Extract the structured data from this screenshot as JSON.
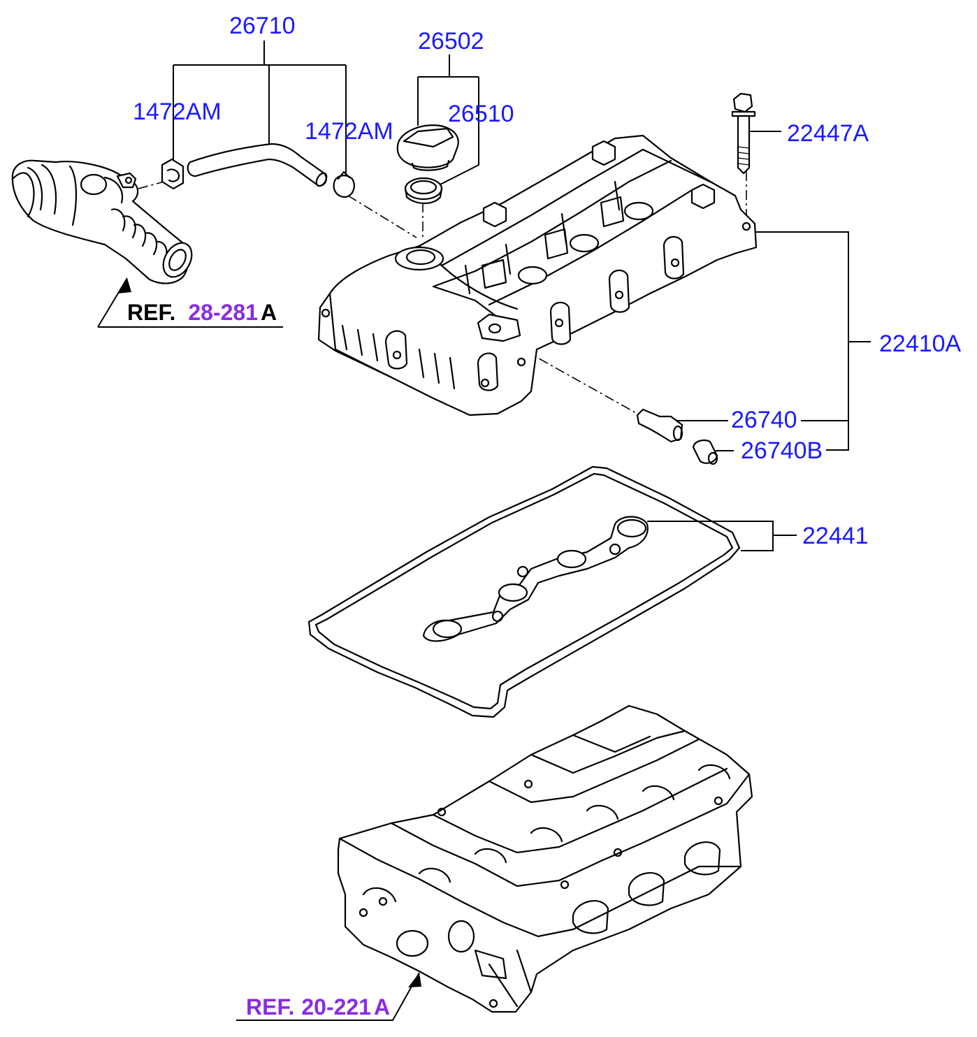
{
  "labels": {
    "hose_assy": "26710",
    "clamp_left": "1472AM",
    "clamp_right": "1472AM",
    "filler_cap_assy": "26502",
    "filler_cap": "26510",
    "cover_bolt": "22447A",
    "cover_assy": "22410A",
    "pcv_valve": "26740",
    "pcv_grommet": "26740B",
    "cover_gasket": "22441"
  },
  "refs": {
    "top": {
      "prefix": "REF.",
      "number": "28-281",
      "suffix": "A"
    },
    "bottom": {
      "prefix": "REF.",
      "number": "20-221",
      "suffix": "A"
    }
  },
  "colors": {
    "label": "#1a1aff",
    "ref_number": "#8a2be2",
    "line": "#000000"
  }
}
